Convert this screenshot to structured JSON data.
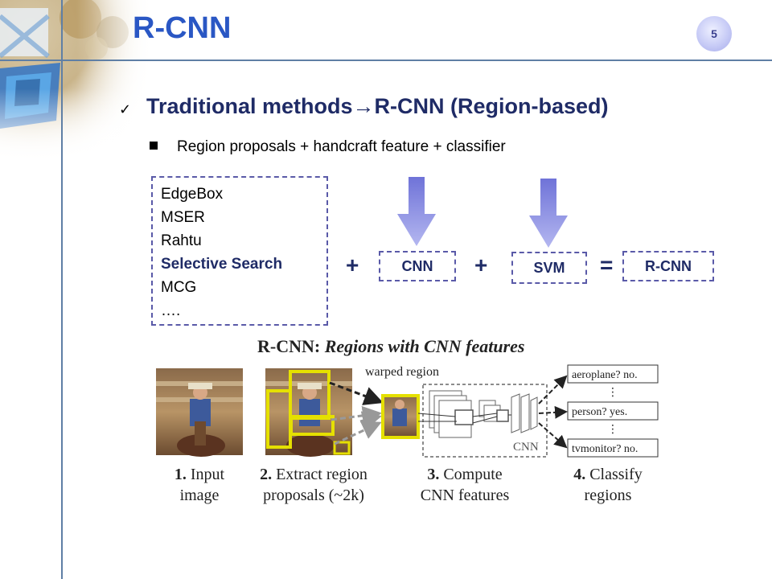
{
  "slide": {
    "title": "R-CNN",
    "page_number": "5",
    "check_mark": "✓",
    "heading": "Traditional methods→R-CNN  (Region-based)",
    "bullet": "Region proposals + handcraft feature + classifier"
  },
  "methods": [
    "EdgeBox",
    "MSER",
    "Rahtu",
    "Selective Search",
    "MCG",
    "…."
  ],
  "pipeline": {
    "plus1": "+",
    "cnn": "CNN",
    "plus2": "+",
    "svm": "SVM",
    "equals": "=",
    "result": "R-CNN"
  },
  "figure": {
    "title_bold": "R-CNN:",
    "title_italic": "Regions with CNN features",
    "warped_label": "warped region",
    "cnn_label": "CNN",
    "classes": [
      "aeroplane? no.",
      "person? yes.",
      "tvmonitor? no."
    ],
    "dots": "⋮",
    "steps": [
      {
        "num": "1.",
        "line1": " Input",
        "line2": "image"
      },
      {
        "num": "2.",
        "line1": " Extract region",
        "line2": "proposals (~2k)"
      },
      {
        "num": "3.",
        "line1": " Compute",
        "line2": "CNN features"
      },
      {
        "num": "4.",
        "line1": " Classify",
        "line2": "regions"
      }
    ]
  },
  "colors": {
    "title": "#2a57c4",
    "heading": "#1f2b66",
    "dashed_border": "#5a5aa8",
    "arrow": "#8c8fe0",
    "proposal_box": "#e5e000"
  }
}
